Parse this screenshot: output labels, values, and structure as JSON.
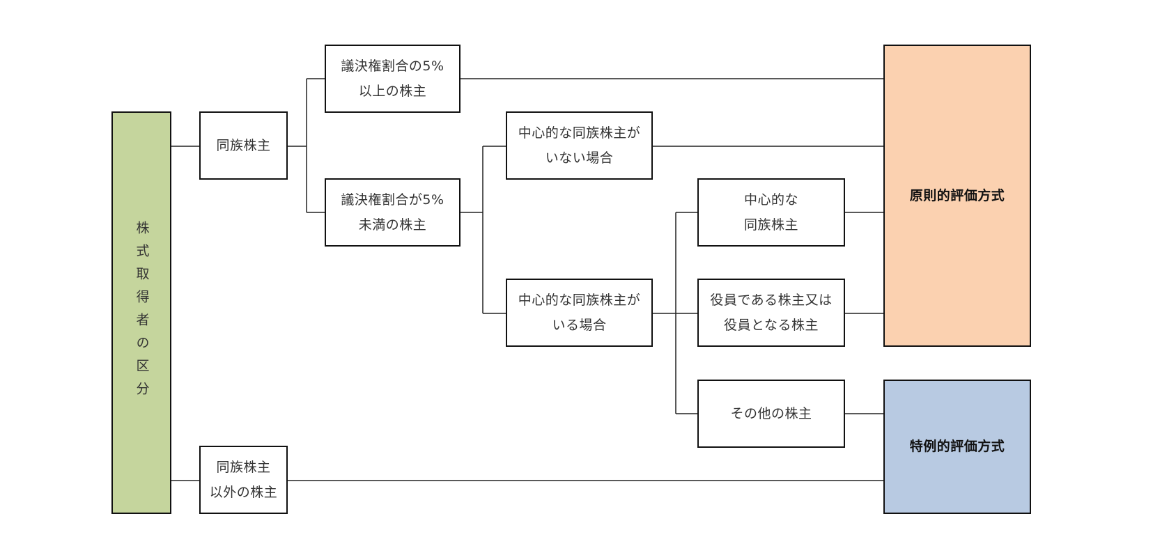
{
  "colors": {
    "root_fill": "#c5d59d",
    "principle_fill": "#fbd1b0",
    "special_fill": "#b8cae2",
    "line": "#222222"
  },
  "nodes": {
    "root": "株式取得者の区分",
    "family": "同族株主",
    "non_family": "同族株主\n以外の株主",
    "vote_5_over": "議決権割合の5%\n以上の株主",
    "vote_5_under": "議決権割合が5%\n未満の株主",
    "no_central": "中心的な同族株主が\nいない場合",
    "has_central": "中心的な同族株主が\nいる場合",
    "central_family": "中心的な\n同族株主",
    "officer": "役員である株主又は\n役員となる株主",
    "other": "その他の株主",
    "principle_method": "原則的評価方式",
    "special_method": "特例的評価方式"
  }
}
